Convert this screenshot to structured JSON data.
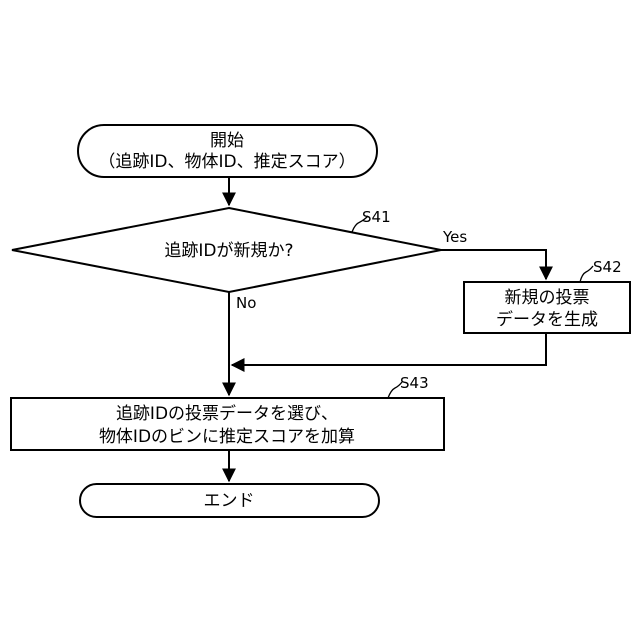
{
  "start": {
    "line1": "開始",
    "line2": "（追跡ID、物体ID、推定スコア）"
  },
  "decision": {
    "text": "追跡IDが新規か?",
    "step": "S41",
    "yes_label": "Yes",
    "no_label": "No"
  },
  "process_new": {
    "line1": "新規の投票",
    "line2": "データを生成",
    "step": "S42"
  },
  "process_add": {
    "line1": "追跡IDの投票データを選び、",
    "line2": "物体IDのビンに推定スコアを加算",
    "step": "S43"
  },
  "end": {
    "text": "エンド"
  }
}
